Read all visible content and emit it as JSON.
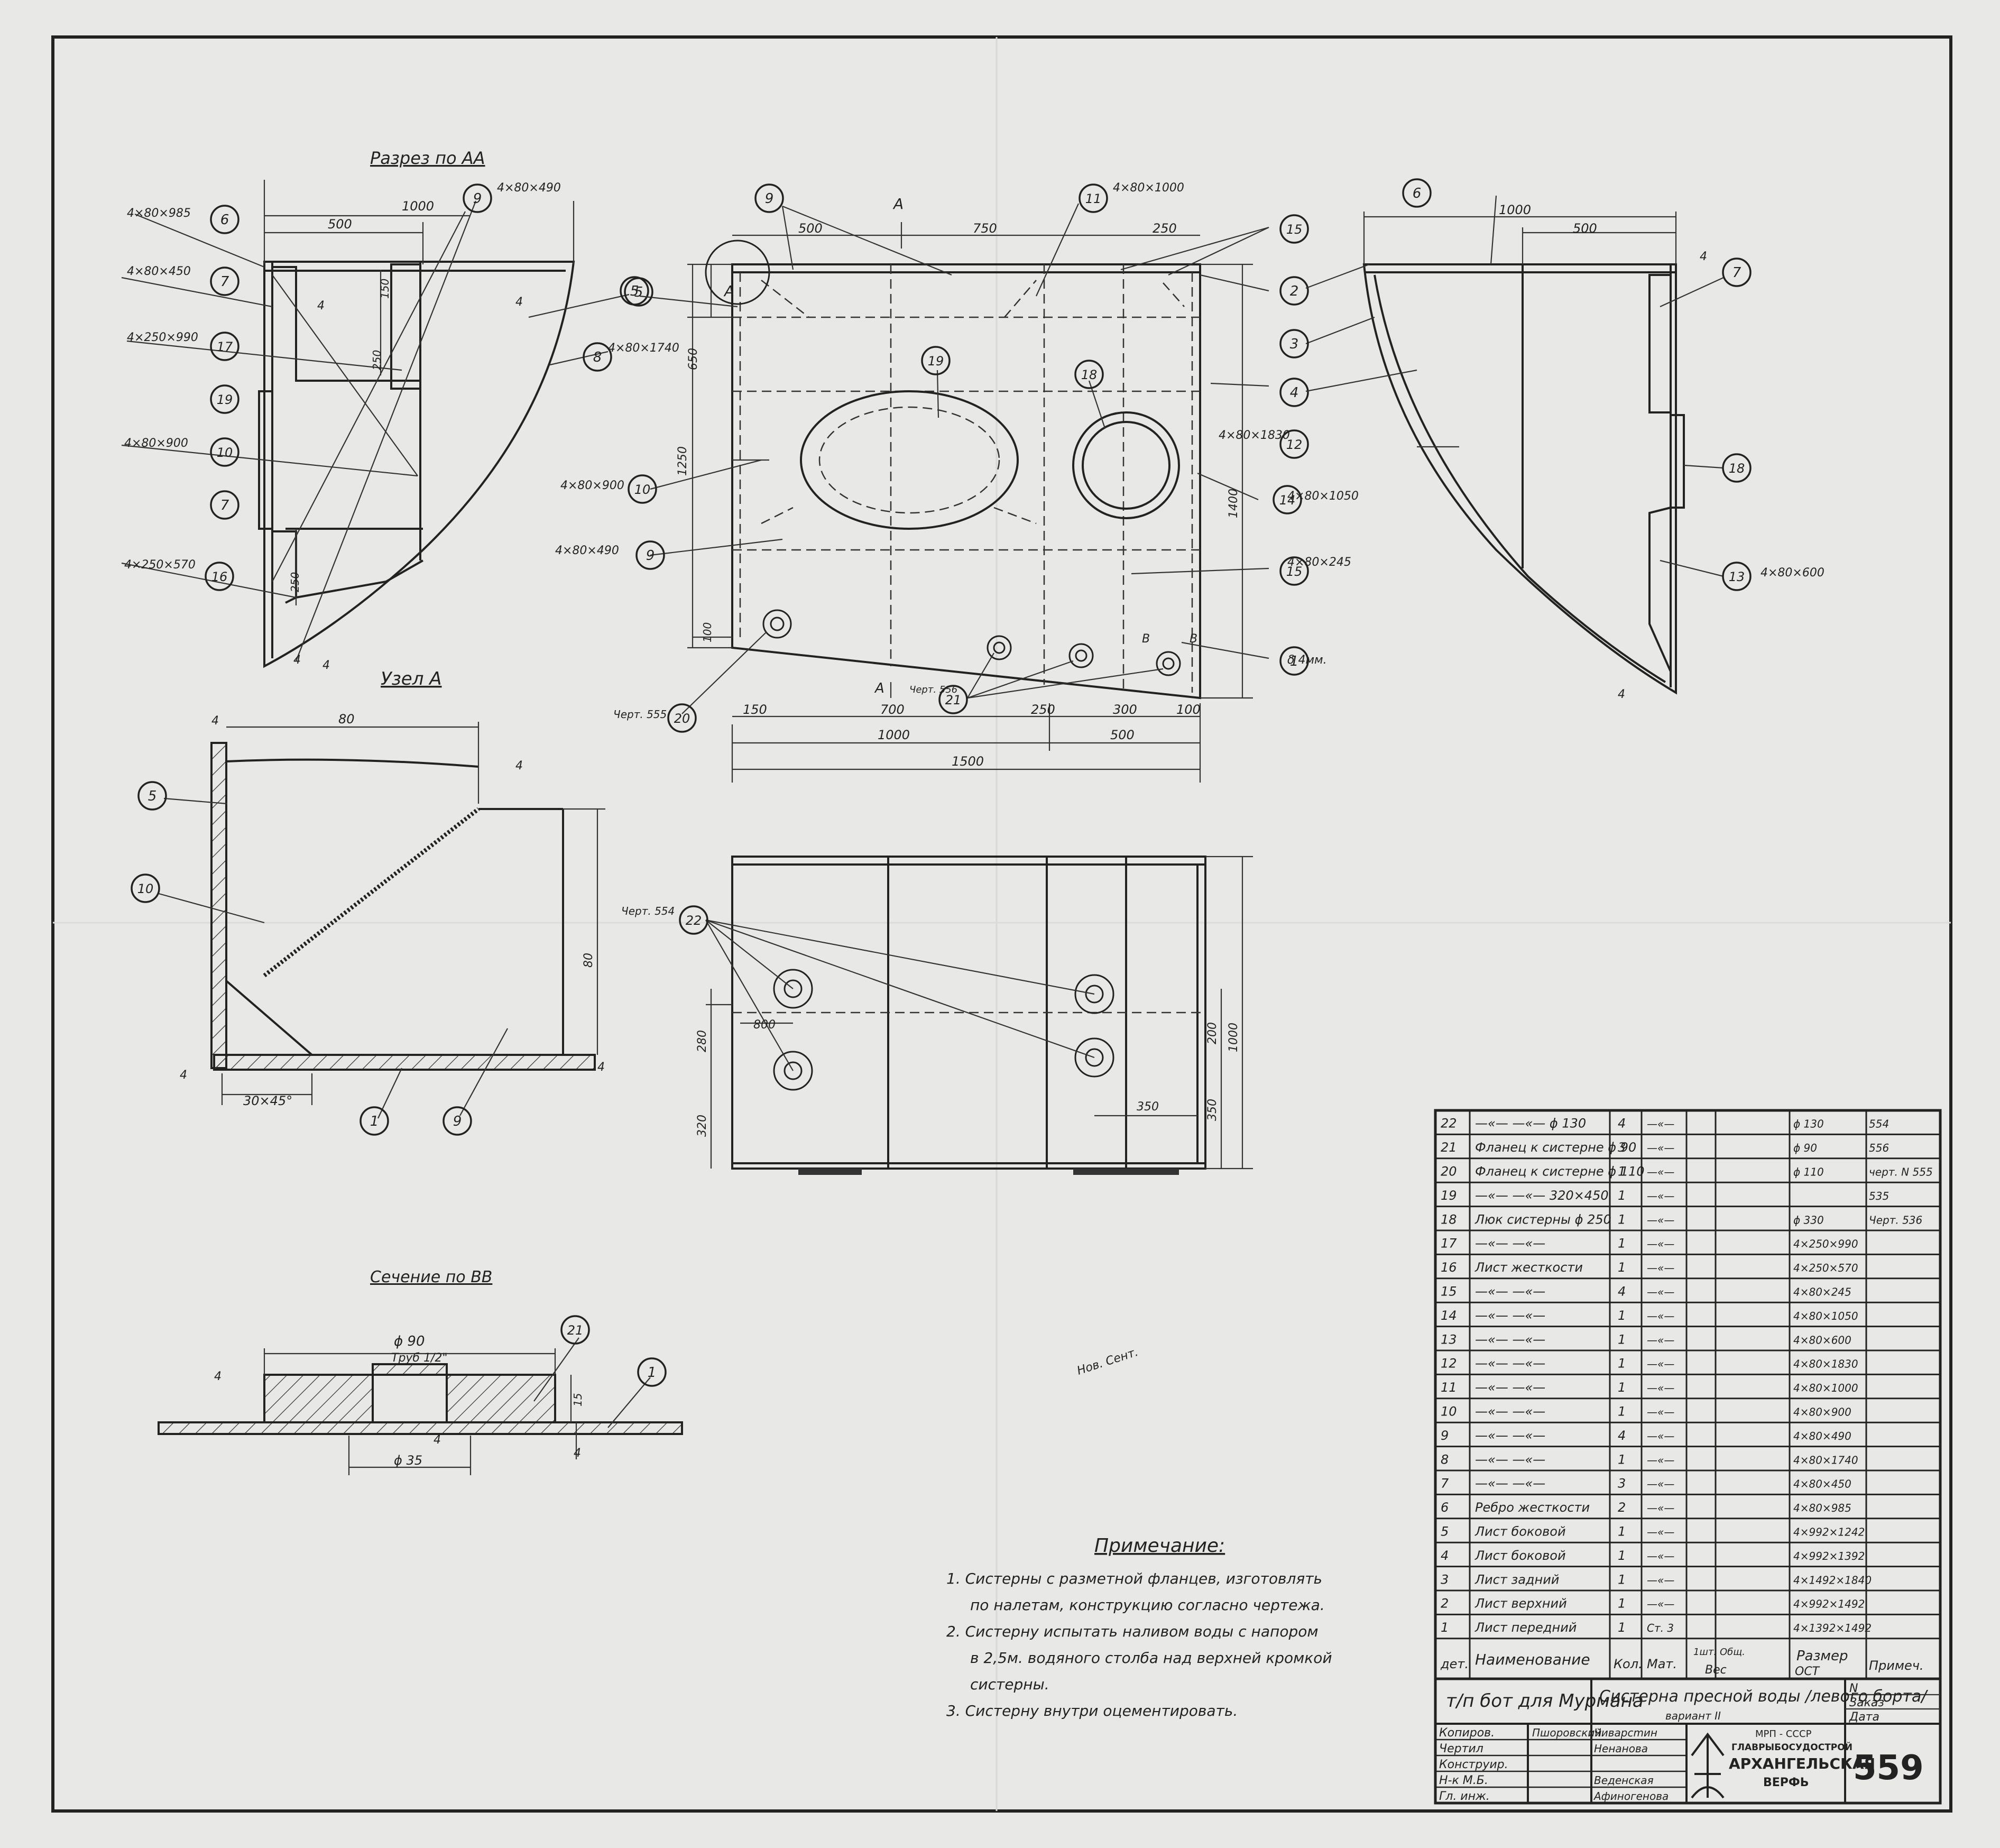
{
  "views": {
    "section_aa": {
      "title": "Разрез по АА"
    },
    "node_a": {
      "title": "Узел А"
    },
    "section_bb": {
      "title": "Сечение по ВВ"
    }
  },
  "labels": {
    "sec_aa": {
      "dims": [
        "4×80×985",
        "4×80×450",
        "4×250×990",
        "4×80×900",
        "4×250×570",
        "4×80×490",
        "4×80×1740",
        "1000",
        "500",
        "150",
        "250",
        "250",
        "4",
        "4",
        "4",
        "4"
      ],
      "balloons": [
        "6",
        "7",
        "17",
        "19",
        "10",
        "7",
        "16",
        "9",
        "5",
        "8"
      ]
    },
    "front": {
      "dims": [
        "500",
        "750",
        "250",
        "4×80×1000",
        "650",
        "1250",
        "1400",
        "100",
        "4×80×900",
        "4×80×490",
        "4×80×1830",
        "4×80×1050",
        "4×80×245",
        "δ 4мм.",
        "150",
        "700",
        "250",
        "300",
        "100",
        "1000",
        "500",
        "1500",
        "Черт. 556",
        "Черт. 555",
        "А",
        "А",
        "А",
        "В",
        "В"
      ],
      "balloons": [
        "9",
        "11",
        "15",
        "2",
        "5",
        "19",
        "18",
        "4",
        "12",
        "14",
        "15",
        "9",
        "10",
        "21",
        "20",
        "1"
      ]
    },
    "side": {
      "dims": [
        "1000",
        "500",
        "4",
        "4×80×600",
        "4"
      ],
      "balloons": [
        "6",
        "3",
        "7",
        "18",
        "13"
      ]
    },
    "bottom": {
      "dims": [
        "Черт. 554",
        "800",
        "280",
        "320",
        "200",
        "1000",
        "350",
        "350"
      ],
      "balloons": [
        "22"
      ]
    },
    "node": {
      "dims": [
        "80",
        "80",
        "4",
        "4",
        "4",
        "4",
        "30×45°"
      ],
      "balloons": [
        "5",
        "10",
        "1",
        "9"
      ]
    },
    "bb": {
      "dims": [
        "ϕ 90",
        "Труб 1/2\"",
        "ϕ 35",
        "15",
        "4",
        "4",
        "4"
      ],
      "balloons": [
        "21",
        "1"
      ]
    },
    "pencil": "Нов. Сент."
  },
  "notes": {
    "title": "Примечание:",
    "items": [
      "1. Систерны с разметной фланцев, изготовлять",
      "по налетам, конструкцию согласно чертежа.",
      "2. Систерну испытать наливом воды с напором",
      "в 2,5м. водяного столба над верхней кромкой",
      "систерны.",
      "3. Систерну внутри оцементировать."
    ]
  },
  "bom": {
    "header": [
      "дет.",
      "Наименование",
      "Кол.",
      "Мат.",
      "1шт.",
      "Общ.",
      "Размер",
      "Примеч."
    ],
    "header_extra": {
      "weight": "Вес",
      "ost": "ОСТ"
    },
    "rows": [
      [
        "22",
        "—«— —«— ϕ 130",
        "4",
        "—«—",
        "",
        "",
        "ϕ 130",
        "554"
      ],
      [
        "21",
        "Фланец к систерне ϕ 90",
        "3",
        "—«—",
        "",
        "",
        "ϕ 90",
        "556"
      ],
      [
        "20",
        "Фланец к систерне ϕ 110",
        "1",
        "—«—",
        "",
        "",
        "ϕ 110",
        "черт. N 555"
      ],
      [
        "19",
        "—«— —«— 320×450",
        "1",
        "—«—",
        "",
        "",
        "",
        "535"
      ],
      [
        "18",
        "Люк систерны ϕ 250",
        "1",
        "—«—",
        "",
        "",
        "ϕ 330",
        "Черт. 536"
      ],
      [
        "17",
        "—«— —«—",
        "1",
        "—«—",
        "",
        "",
        "4×250×990",
        ""
      ],
      [
        "16",
        "Лист жесткости",
        "1",
        "—«—",
        "",
        "",
        "4×250×570",
        ""
      ],
      [
        "15",
        "—«— —«—",
        "4",
        "—«—",
        "",
        "",
        "4×80×245",
        ""
      ],
      [
        "14",
        "—«— —«—",
        "1",
        "—«—",
        "",
        "",
        "4×80×1050",
        ""
      ],
      [
        "13",
        "—«— —«—",
        "1",
        "—«—",
        "",
        "",
        "4×80×600",
        ""
      ],
      [
        "12",
        "—«— —«—",
        "1",
        "—«—",
        "",
        "",
        "4×80×1830",
        ""
      ],
      [
        "11",
        "—«— —«—",
        "1",
        "—«—",
        "",
        "",
        "4×80×1000",
        ""
      ],
      [
        "10",
        "—«— —«—",
        "1",
        "—«—",
        "",
        "",
        "4×80×900",
        ""
      ],
      [
        "9",
        "—«— —«—",
        "4",
        "—«—",
        "",
        "",
        "4×80×490",
        ""
      ],
      [
        "8",
        "—«— —«—",
        "1",
        "—«—",
        "",
        "",
        "4×80×1740",
        ""
      ],
      [
        "7",
        "—«— —«—",
        "3",
        "—«—",
        "",
        "",
        "4×80×450",
        ""
      ],
      [
        "6",
        "Ребро жесткости",
        "2",
        "—«—",
        "",
        "",
        "4×80×985",
        ""
      ],
      [
        "5",
        "Лист боковой",
        "1",
        "—«—",
        "",
        "",
        "4×992×1242",
        ""
      ],
      [
        "4",
        "Лист боковой",
        "1",
        "—«—",
        "",
        "",
        "4×992×1392",
        ""
      ],
      [
        "3",
        "Лист задний",
        "1",
        "—«—",
        "",
        "",
        "4×1492×1840",
        ""
      ],
      [
        "2",
        "Лист верхний",
        "1",
        "—«—",
        "",
        "",
        "4×992×1492",
        ""
      ],
      [
        "1",
        "Лист передний",
        "1",
        "Ст. 3",
        "",
        "",
        "4×1392×1492",
        ""
      ]
    ]
  },
  "title_block": {
    "object": "т/п бот для Мурмана",
    "name": "Систерна пресной воды /левого борта/",
    "variant": "вариант II",
    "fields": [
      "N",
      "Заказ",
      "Дата"
    ],
    "roles": [
      "Копиров.",
      "Чертил",
      "Конструир.",
      "Н-к М.Б.",
      "Гл. инж."
    ],
    "sign_left": [
      "Пшоровский",
      "",
      "",
      "",
      ""
    ],
    "sign_right": [
      "Чиварсmин",
      "Ненанова",
      "",
      "Веденская",
      "Афиногенова"
    ],
    "org_top": "МРП - СССР",
    "org_sub": "ГЛАВРЫБОСУДОСТРОЙ",
    "org_name": "АРХАНГЕЛЬСКАЯ",
    "org_yard": "ВЕРФЬ",
    "drawing_no": "559"
  }
}
